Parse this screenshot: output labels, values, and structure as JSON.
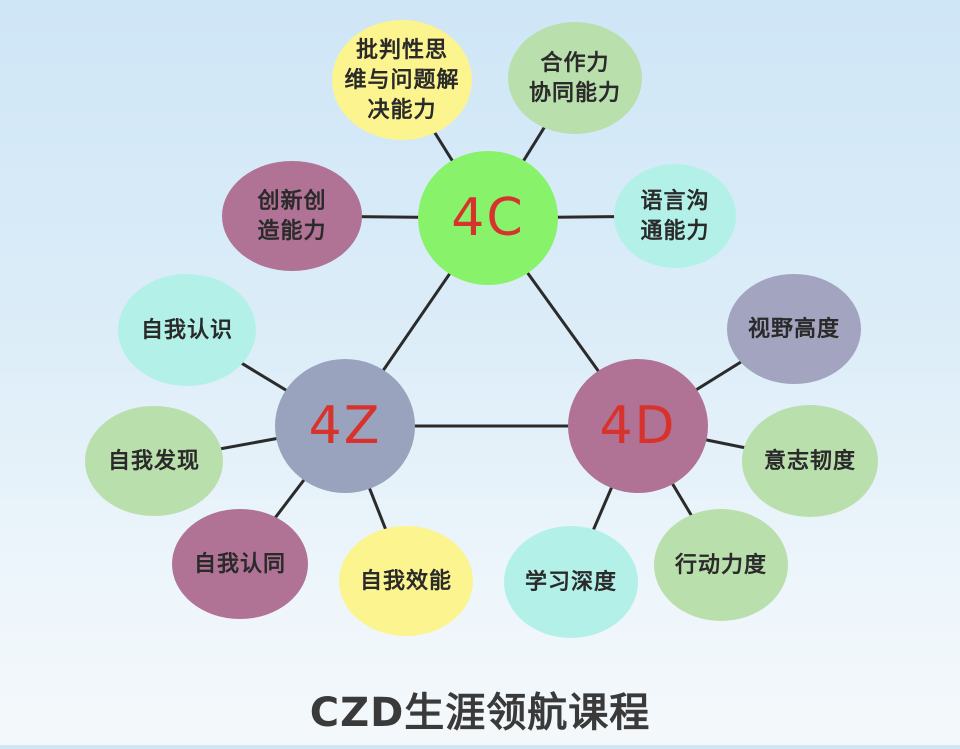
{
  "colors": {
    "hub_4c": "#88f26a",
    "hub_4z": "#9aa3bd",
    "hub_4d": "#b07396",
    "yellow": "#fbf48f",
    "green": "#b9dfac",
    "cyan": "#b3f1e8",
    "purple": "#b07396",
    "lavender": "#a3a4c0",
    "hub_text": "#d8322c",
    "line": "#2b2b2b"
  },
  "hubs": {
    "c": "4C",
    "z": "4Z",
    "d": "4D"
  },
  "satellites": {
    "critical_thinking": "批判性思\n维与问题解\n决能力",
    "collaboration": "合作力\n协同能力",
    "communication": "语言沟\n通能力",
    "creativity": "创新创\n造能力",
    "self_awareness": "自我认识",
    "self_discovery": "自我发现",
    "self_identity": "自我认同",
    "self_efficacy": "自我效能",
    "vision_height": "视野高度",
    "willpower": "意志韧度",
    "action": "行动力度",
    "learning_depth": "学习深度"
  },
  "title": "CZD生涯领航课程"
}
